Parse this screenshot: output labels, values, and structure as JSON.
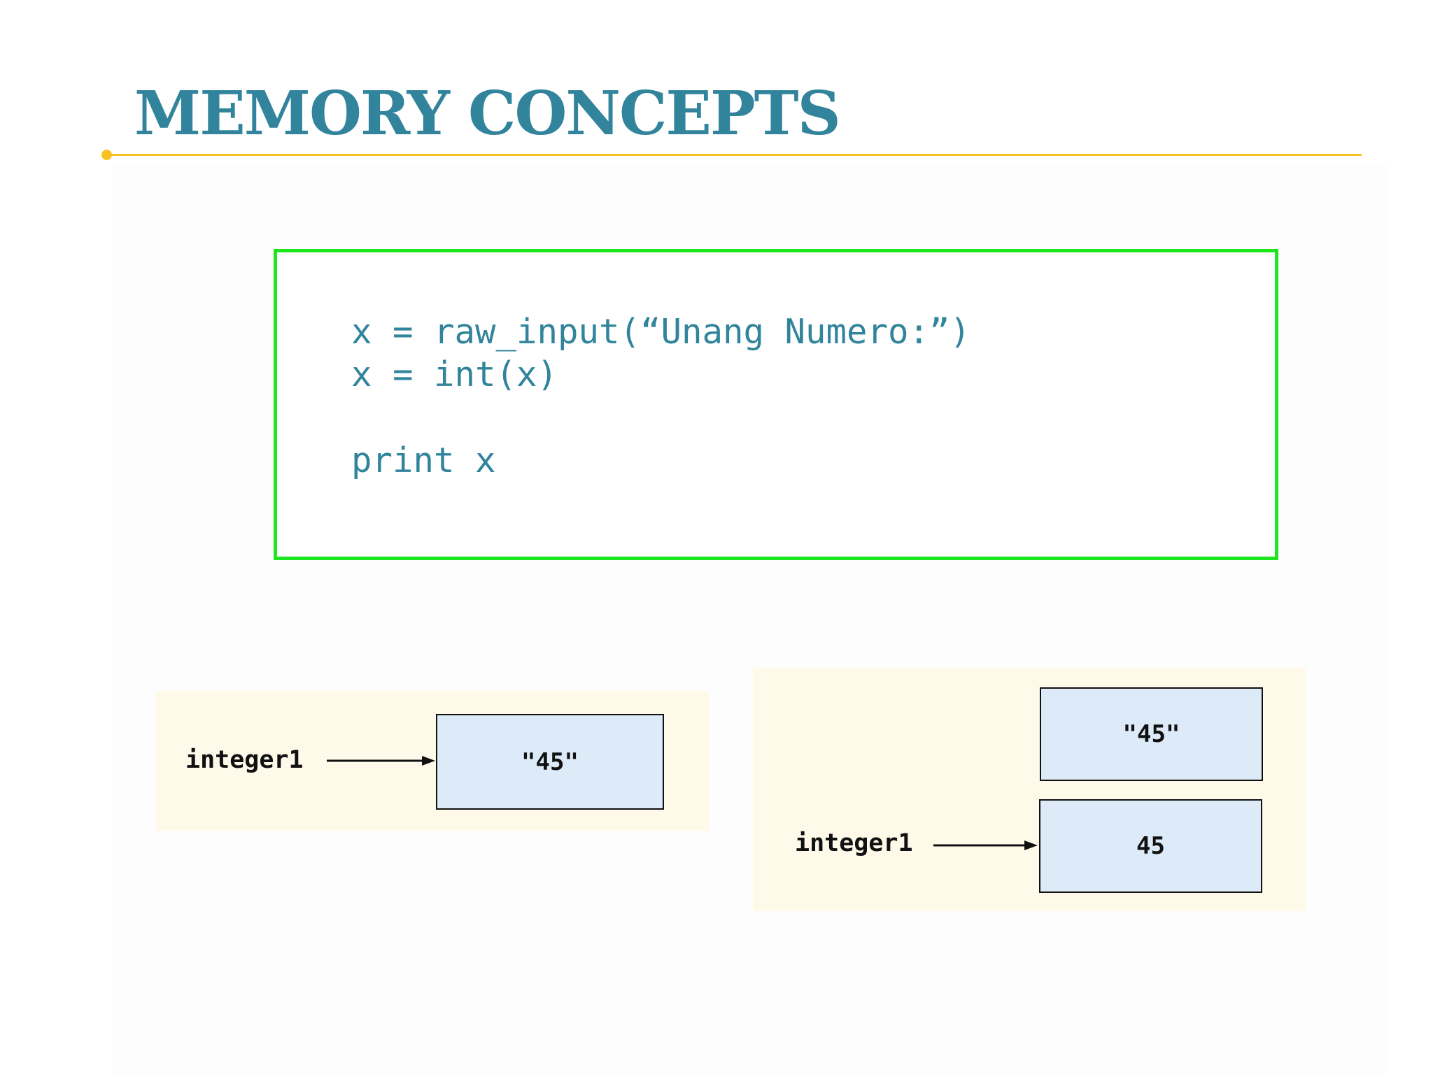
{
  "slide": {
    "title": "MEMORY CONCEPTS",
    "accent_color": "#31849b",
    "rule_color": "#f7c21f"
  },
  "code_block": {
    "border_color": "#1ee51e",
    "lines": [
      "x = raw_input(“Unang Numero:”)",
      "x = int(x)",
      "print x"
    ]
  },
  "diagrams": [
    {
      "variable": "integer1",
      "cells": [
        "\"45\""
      ],
      "arrow_target": "\"45\""
    },
    {
      "variable": "integer1",
      "cells": [
        "\"45\"",
        "45"
      ],
      "arrow_target": "45"
    }
  ]
}
